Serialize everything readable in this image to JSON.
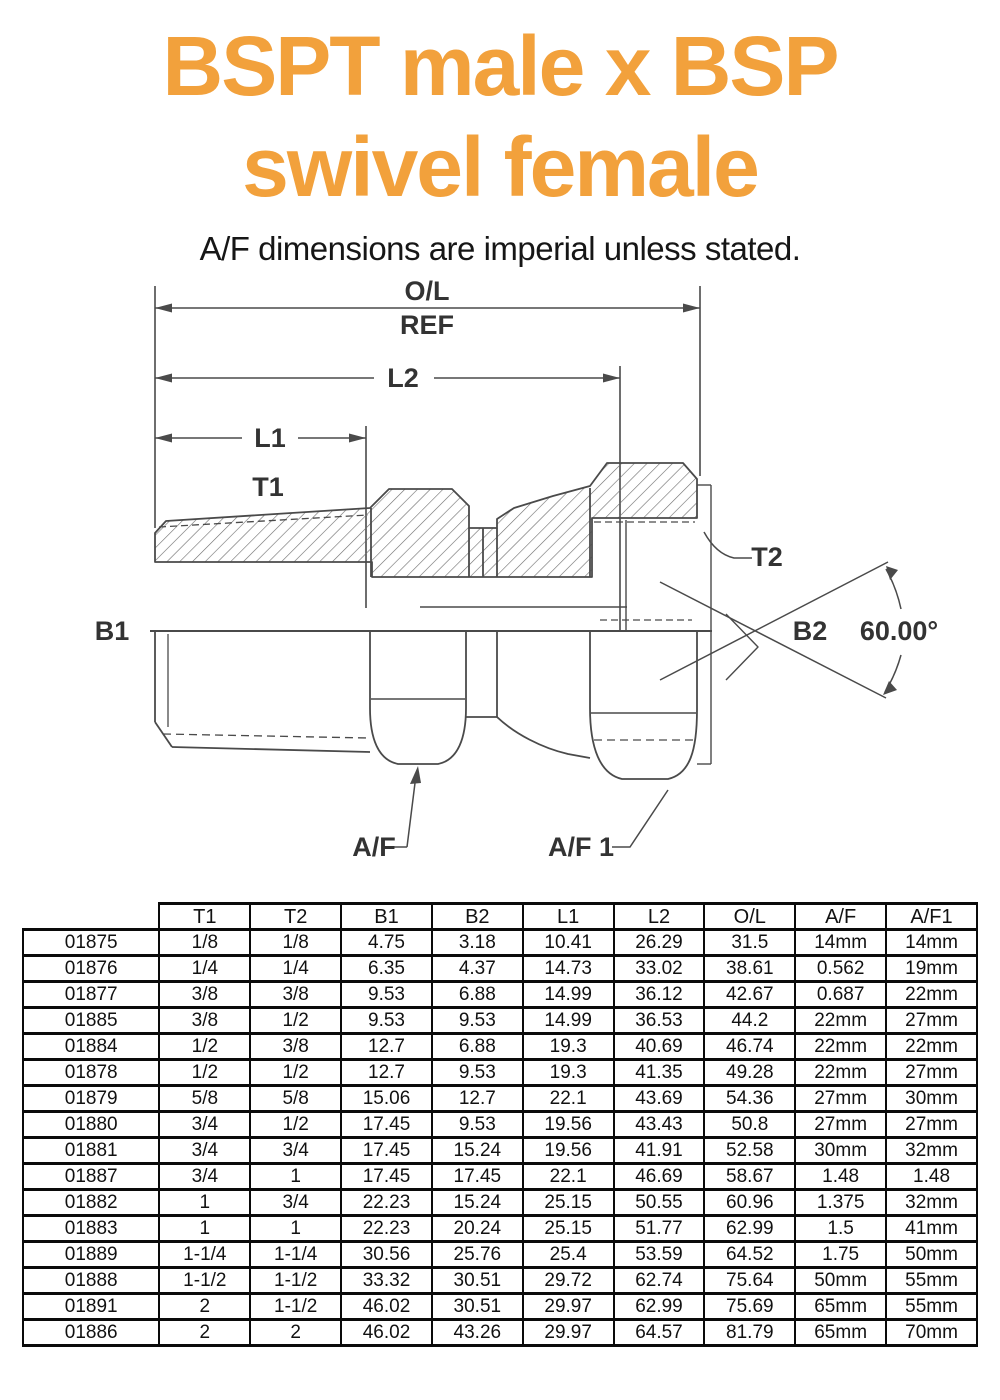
{
  "page": {
    "title_line1": "BSPT male x BSP",
    "title_line2": "swivel female",
    "subtitle": "A/F dimensions are imperial unless stated.",
    "accent_color": "#F2A13C",
    "drawing_line_color": "#4a4a4a"
  },
  "diagram": {
    "labels": {
      "overall_length": "O/L",
      "ref": "REF",
      "l2": "L2",
      "l1": "L1",
      "t1": "T1",
      "t2": "T2",
      "b1": "B1",
      "b2": "B2",
      "angle": "60.00°",
      "af": "A/F",
      "af1": "A/F 1"
    }
  },
  "table": {
    "headers": [
      "",
      "T1",
      "T2",
      "B1",
      "B2",
      "L1",
      "L2",
      "O/L",
      "A/F",
      "A/F1"
    ],
    "rows": [
      [
        "01875",
        "1/8",
        "1/8",
        "4.75",
        "3.18",
        "10.41",
        "26.29",
        "31.5",
        "14mm",
        "14mm"
      ],
      [
        "01876",
        "1/4",
        "1/4",
        "6.35",
        "4.37",
        "14.73",
        "33.02",
        "38.61",
        "0.562",
        "19mm"
      ],
      [
        "01877",
        "3/8",
        "3/8",
        "9.53",
        "6.88",
        "14.99",
        "36.12",
        "42.67",
        "0.687",
        "22mm"
      ],
      [
        "01885",
        "3/8",
        "1/2",
        "9.53",
        "9.53",
        "14.99",
        "36.53",
        "44.2",
        "22mm",
        "27mm"
      ],
      [
        "01884",
        "1/2",
        "3/8",
        "12.7",
        "6.88",
        "19.3",
        "40.69",
        "46.74",
        "22mm",
        "22mm"
      ],
      [
        "01878",
        "1/2",
        "1/2",
        "12.7",
        "9.53",
        "19.3",
        "41.35",
        "49.28",
        "22mm",
        "27mm"
      ],
      [
        "01879",
        "5/8",
        "5/8",
        "15.06",
        "12.7",
        "22.1",
        "43.69",
        "54.36",
        "27mm",
        "30mm"
      ],
      [
        "01880",
        "3/4",
        "1/2",
        "17.45",
        "9.53",
        "19.56",
        "43.43",
        "50.8",
        "27mm",
        "27mm"
      ],
      [
        "01881",
        "3/4",
        "3/4",
        "17.45",
        "15.24",
        "19.56",
        "41.91",
        "52.58",
        "30mm",
        "32mm"
      ],
      [
        "01887",
        "3/4",
        "1",
        "17.45",
        "17.45",
        "22.1",
        "46.69",
        "58.67",
        "1.48",
        "1.48"
      ],
      [
        "01882",
        "1",
        "3/4",
        "22.23",
        "15.24",
        "25.15",
        "50.55",
        "60.96",
        "1.375",
        "32mm"
      ],
      [
        "01883",
        "1",
        "1",
        "22.23",
        "20.24",
        "25.15",
        "51.77",
        "62.99",
        "1.5",
        "41mm"
      ],
      [
        "01889",
        "1-1/4",
        "1-1/4",
        "30.56",
        "25.76",
        "25.4",
        "53.59",
        "64.52",
        "1.75",
        "50mm"
      ],
      [
        "01888",
        "1-1/2",
        "1-1/2",
        "33.32",
        "30.51",
        "29.72",
        "62.74",
        "75.64",
        "50mm",
        "55mm"
      ],
      [
        "01891",
        "2",
        "1-1/2",
        "46.02",
        "30.51",
        "29.97",
        "62.99",
        "75.69",
        "65mm",
        "55mm"
      ],
      [
        "01886",
        "2",
        "2",
        "46.02",
        "43.26",
        "29.97",
        "64.57",
        "81.79",
        "65mm",
        "70mm"
      ]
    ]
  }
}
